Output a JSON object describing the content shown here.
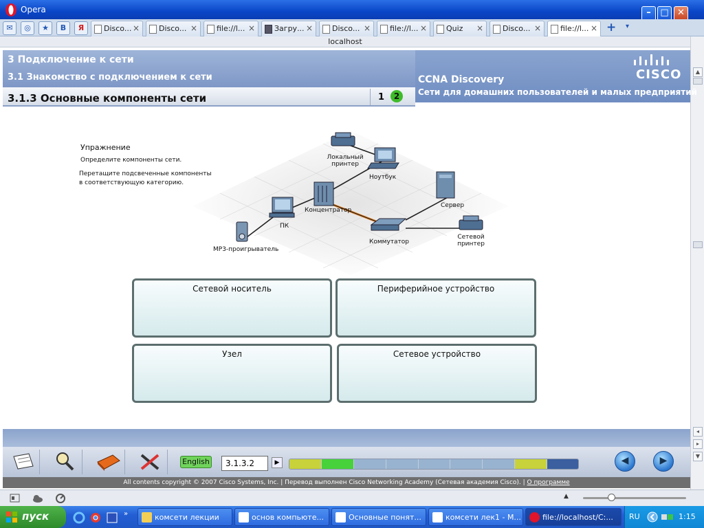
{
  "browser": {
    "app_name": "Opera",
    "address": "localhost",
    "tabs": [
      {
        "label": "Disco...",
        "close": "×"
      },
      {
        "label": "Disco...",
        "close": "×"
      },
      {
        "label": "file://l...",
        "close": "×"
      },
      {
        "label": "Загру...",
        "close": "×"
      },
      {
        "label": "Disco...",
        "close": "×"
      },
      {
        "label": "file://l...",
        "close": "×"
      },
      {
        "label": "Quiz",
        "close": "×"
      },
      {
        "label": "Disco...",
        "close": "×"
      },
      {
        "label": "file://l...",
        "close": "×"
      }
    ],
    "add_tab": "+",
    "tab_menu": "▾",
    "quick_v": "В",
    "quick_ya": "Я"
  },
  "header": {
    "chapter": "3 Подключение к сети",
    "section": "3.1 Знакомство с подключением к сети",
    "topic": "3.1.3 Основные компоненты сети",
    "page1": "1",
    "page2": "2",
    "brand": "CCNA Discovery",
    "brand_sub": "Сети для домашних пользователей и малых предприятий",
    "logo_word": "CISCO"
  },
  "exercise": {
    "title": "Упражнение",
    "text1": "Определите компоненты сети.",
    "text2": "Перетащите подсвеченные компоненты в соответствующую категорию."
  },
  "network": {
    "printer_local": "Локальный принтер",
    "laptop": "Ноутбук",
    "hub": "Концентратор",
    "server": "Сервер",
    "pc": "ПК",
    "mp3": "MP3-проигрыватель",
    "switch": "Коммутатор",
    "printer_net": "Сетевой принтер"
  },
  "categories": {
    "media": "Сетевой носитель",
    "peripheral": "Периферийное устройство",
    "host": "Узел",
    "device": "Сетевое устройство"
  },
  "footer": {
    "language": "English",
    "page_field": "3.1.3.2",
    "copyright": "All contents copyright © 2007 Cisco Systems, Inc. | Перевод выполнен Cisco Networking Academy (Сетевая академия Cisco). |",
    "about": "О программе",
    "progress_colors": [
      "#c8d23a",
      "#47d13a",
      "#98b3d0",
      "#98b3d0",
      "#98b3d0",
      "#98b3d0",
      "#98b3d0",
      "#c8d23a",
      "#3b5f9f"
    ]
  },
  "taskbar": {
    "start": "пуск",
    "tasks": [
      {
        "label": "комсети лекции"
      },
      {
        "label": "основ компьюте..."
      },
      {
        "label": "Основные понят..."
      },
      {
        "label": "комсети лек1 - М..."
      },
      {
        "label": "file://localhost/C:..."
      }
    ],
    "lang": "RU",
    "clock": "1:15",
    "more": "»"
  }
}
